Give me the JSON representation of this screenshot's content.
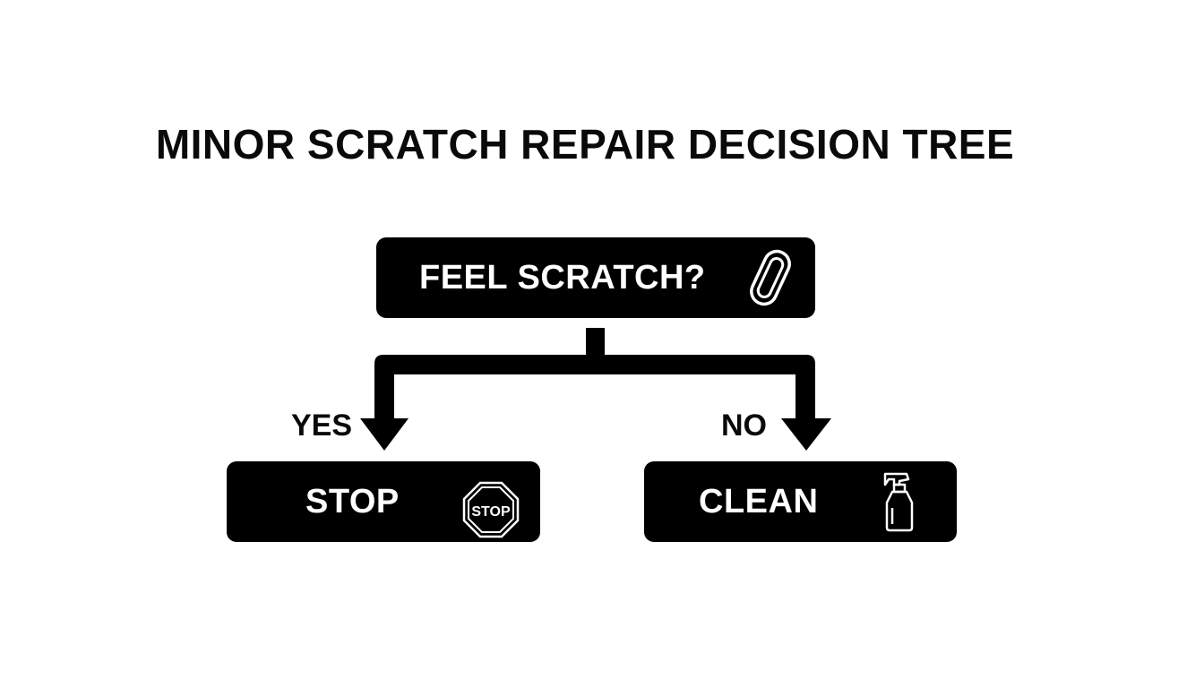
{
  "diagram": {
    "title": "MINOR SCRATCH REPAIR DECISION TREE",
    "root": {
      "label": "FEEL SCRATCH?",
      "icon": "fingernail-icon"
    },
    "branches": [
      {
        "edge_label": "YES",
        "node": {
          "label": "STOP",
          "icon": "stop-sign-icon",
          "icon_text": "STOP"
        }
      },
      {
        "edge_label": "NO",
        "node": {
          "label": "CLEAN",
          "icon": "spray-bottle-icon"
        }
      }
    ],
    "colors": {
      "box": "#000000",
      "box_text": "#ffffff",
      "background": "#ffffff",
      "text": "#0a0a0a"
    }
  }
}
